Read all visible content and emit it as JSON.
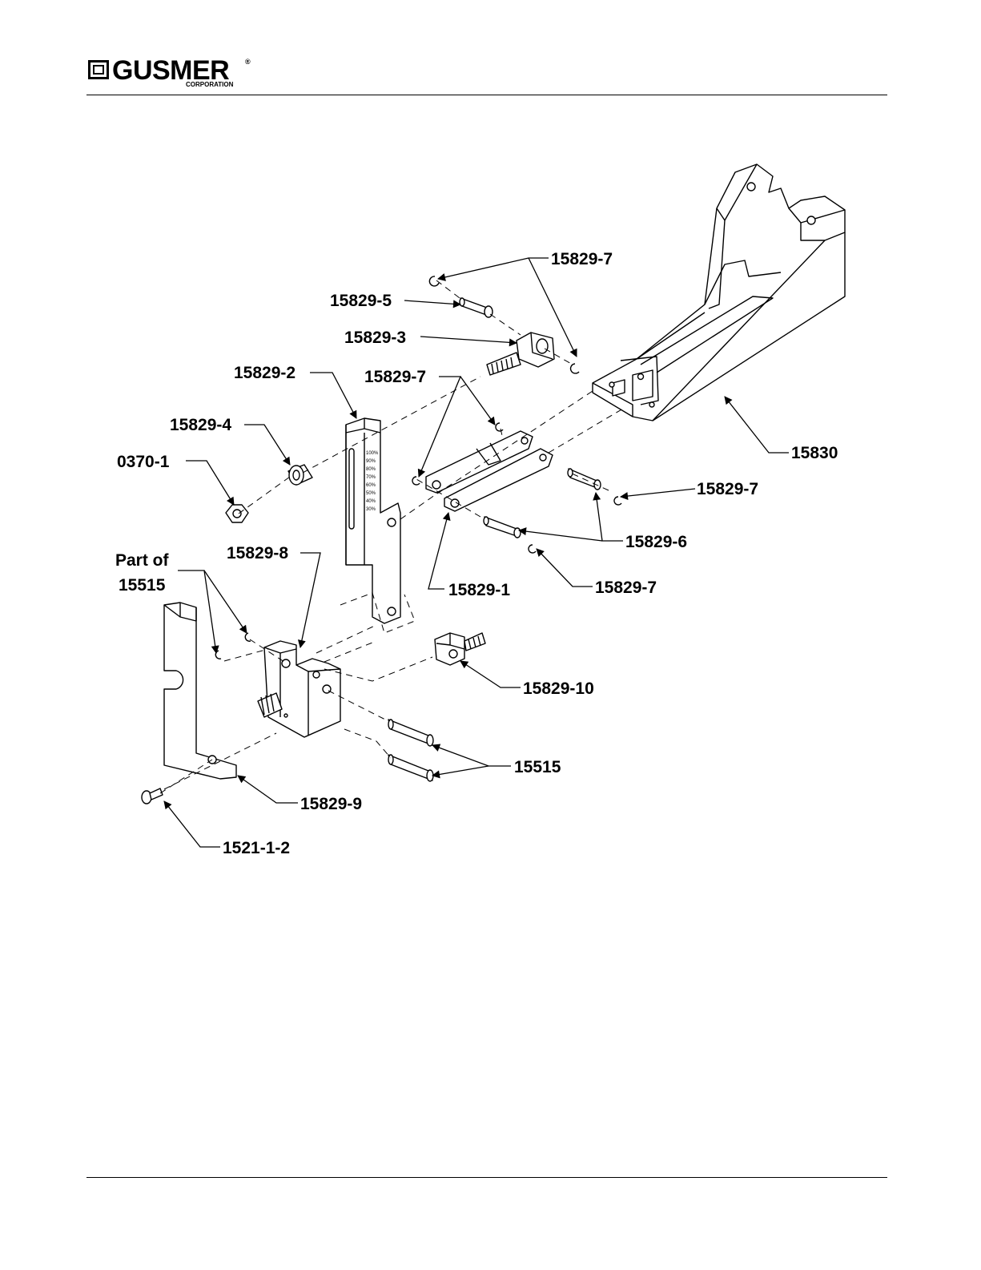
{
  "header": {
    "brand_name": "GUSMER",
    "brand_registered": "®",
    "brand_sub": "CORPORATION"
  },
  "diagram": {
    "labels": {
      "p15829_7a": "15829-7",
      "p15829_5": "15829-5",
      "p15829_3": "15829-3",
      "p15829_2": "15829-2",
      "p15829_7b": "15829-7",
      "p15829_4": "15829-4",
      "p0370_1": "0370-1",
      "p15830": "15830",
      "p15829_7c": "15829-7",
      "p15829_6": "15829-6",
      "p15829_1": "15829-1",
      "p15829_7d": "15829-7",
      "part_of_line1": "Part of",
      "part_of_line2": "15515",
      "p15829_8": "15829-8",
      "p15829_10": "15829-10",
      "p15515": "15515",
      "p15829_9": "15829-9",
      "p1521_1_2": "1521-1-2"
    },
    "scale_marks": [
      "100%",
      "90%",
      "80%",
      "70%",
      "60%",
      "50%",
      "40%",
      "30%"
    ]
  }
}
